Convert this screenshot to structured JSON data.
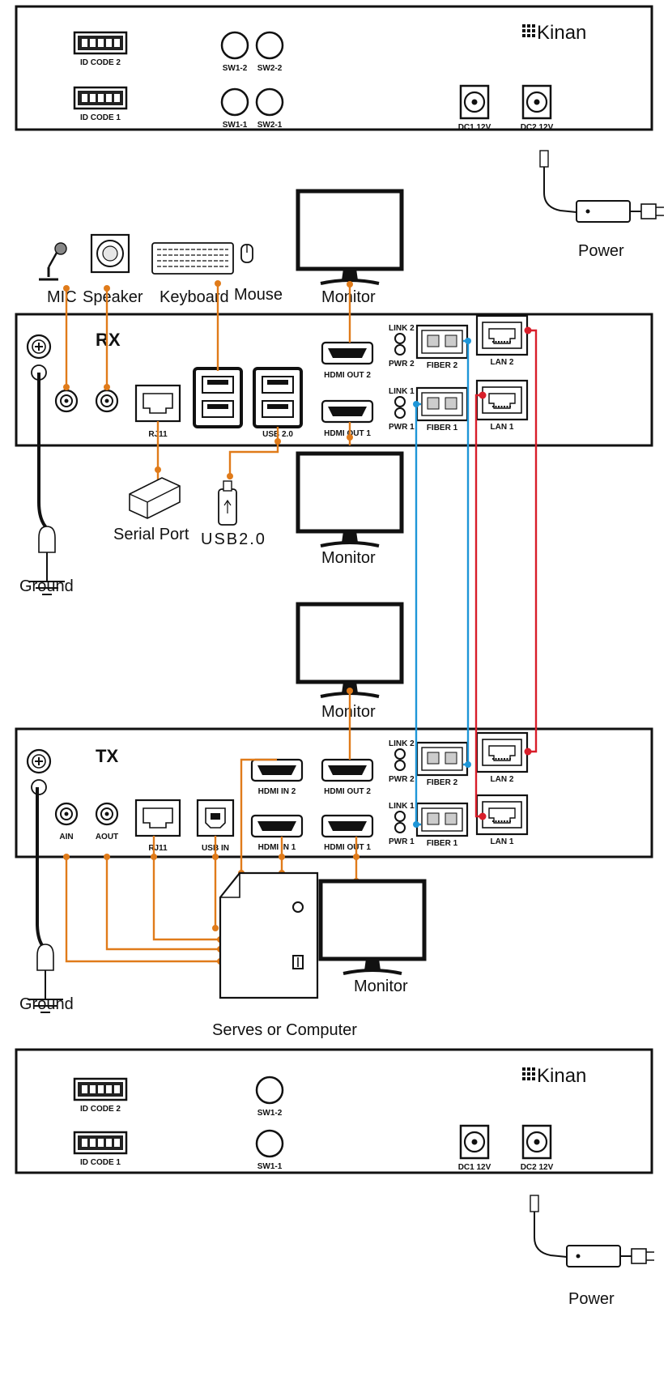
{
  "brand": "Kinan",
  "top_panel": {
    "id_code_2": "ID CODE 2",
    "id_code_1": "ID CODE 1",
    "sw1_2": "SW1-2",
    "sw2_2": "SW2-2",
    "sw1_1": "SW1-1",
    "sw2_1": "SW2-1",
    "dc1": "DC1 12V",
    "dc2": "DC2 12V"
  },
  "power_top": "Power",
  "rx": {
    "title": "RX",
    "mic": "MIC",
    "speaker": "Speaker",
    "keyboard": "Keyboard",
    "mouse": "Mouse",
    "monitor_top": "Monitor",
    "rj11": "RJ11",
    "usb": "USB 2.0",
    "hdmi_out_2": "HDMI OUT 2",
    "hdmi_out_1": "HDMI OUT 1",
    "link2": "LINK 2",
    "pwr2": "PWR 2",
    "link1": "LINK 1",
    "pwr1": "PWR 1",
    "fiber2": "FIBER 2",
    "fiber1": "FIBER 1",
    "lan2": "LAN 2",
    "lan1": "LAN 1",
    "serial_port": "Serial Port",
    "usb20": "USB2.0",
    "monitor_bottom": "Monitor",
    "ground": "Ground"
  },
  "tx": {
    "title": "TX",
    "monitor_top": "Monitor",
    "ain": "AIN",
    "aout": "AOUT",
    "rj11": "RJ11",
    "usb_in": "USB IN",
    "hdmi_in_2": "HDMI IN 2",
    "hdmi_in_1": "HDMI IN 1",
    "hdmi_out_2": "HDMI OUT 2",
    "hdmi_out_1": "HDMI OUT 1",
    "link2": "LINK 2",
    "pwr2": "PWR 2",
    "link1": "LINK 1",
    "pwr1": "PWR 1",
    "fiber2": "FIBER 2",
    "fiber1": "FIBER 1",
    "lan2": "LAN 2",
    "lan1": "LAN 1",
    "ground": "Ground",
    "monitor_right": "Monitor",
    "server": "Serves or Computer"
  },
  "bottom_panel": {
    "id_code_2": "ID CODE 2",
    "id_code_1": "ID CODE 1",
    "sw1_2": "SW1-2",
    "sw1_1": "SW1-1",
    "dc1": "DC1 12V",
    "dc2": "DC2 12V"
  },
  "power_bottom": "Power",
  "colors": {
    "copper_cable": "#e07b1a",
    "fiber_cable": "#1e96d8",
    "lan_cable": "#d81e2a"
  }
}
